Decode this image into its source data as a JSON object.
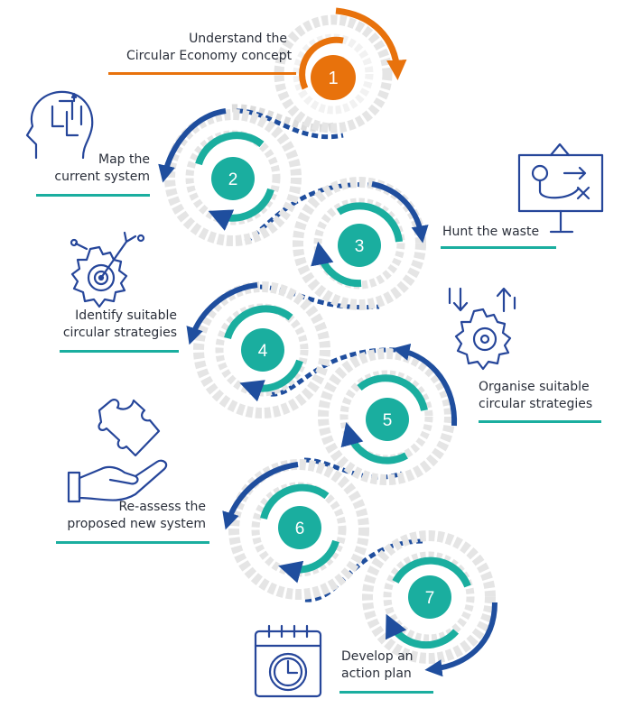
{
  "colors": {
    "orange": "#E8720C",
    "teal": "#1AAE9F",
    "navy": "#1F4E9E",
    "gray": "#DCDCDC",
    "icon": "#26469A",
    "text": "#2A2F3A"
  },
  "icons": [
    "head-maze-icon",
    "presentation-board-icon",
    "gear-target-icon",
    "gear-arrows-icon",
    "hand-puzzle-icon",
    "calendar-clock-icon"
  ],
  "steps": [
    {
      "number": "1",
      "label_line1": "Understand the",
      "label_line2": "Circular Economy concept"
    },
    {
      "number": "2",
      "label_line1": "Map the",
      "label_line2": "current system"
    },
    {
      "number": "3",
      "label_line1": "Hunt the waste",
      "label_line2": ""
    },
    {
      "number": "4",
      "label_line1": "Identify suitable",
      "label_line2": "circular strategies"
    },
    {
      "number": "5",
      "label_line1": "Organise suitable",
      "label_line2": "circular strategies"
    },
    {
      "number": "6",
      "label_line1": "Re-assess the",
      "label_line2": "proposed new system"
    },
    {
      "number": "7",
      "label_line1": "Develop an",
      "label_line2": "action plan"
    }
  ]
}
